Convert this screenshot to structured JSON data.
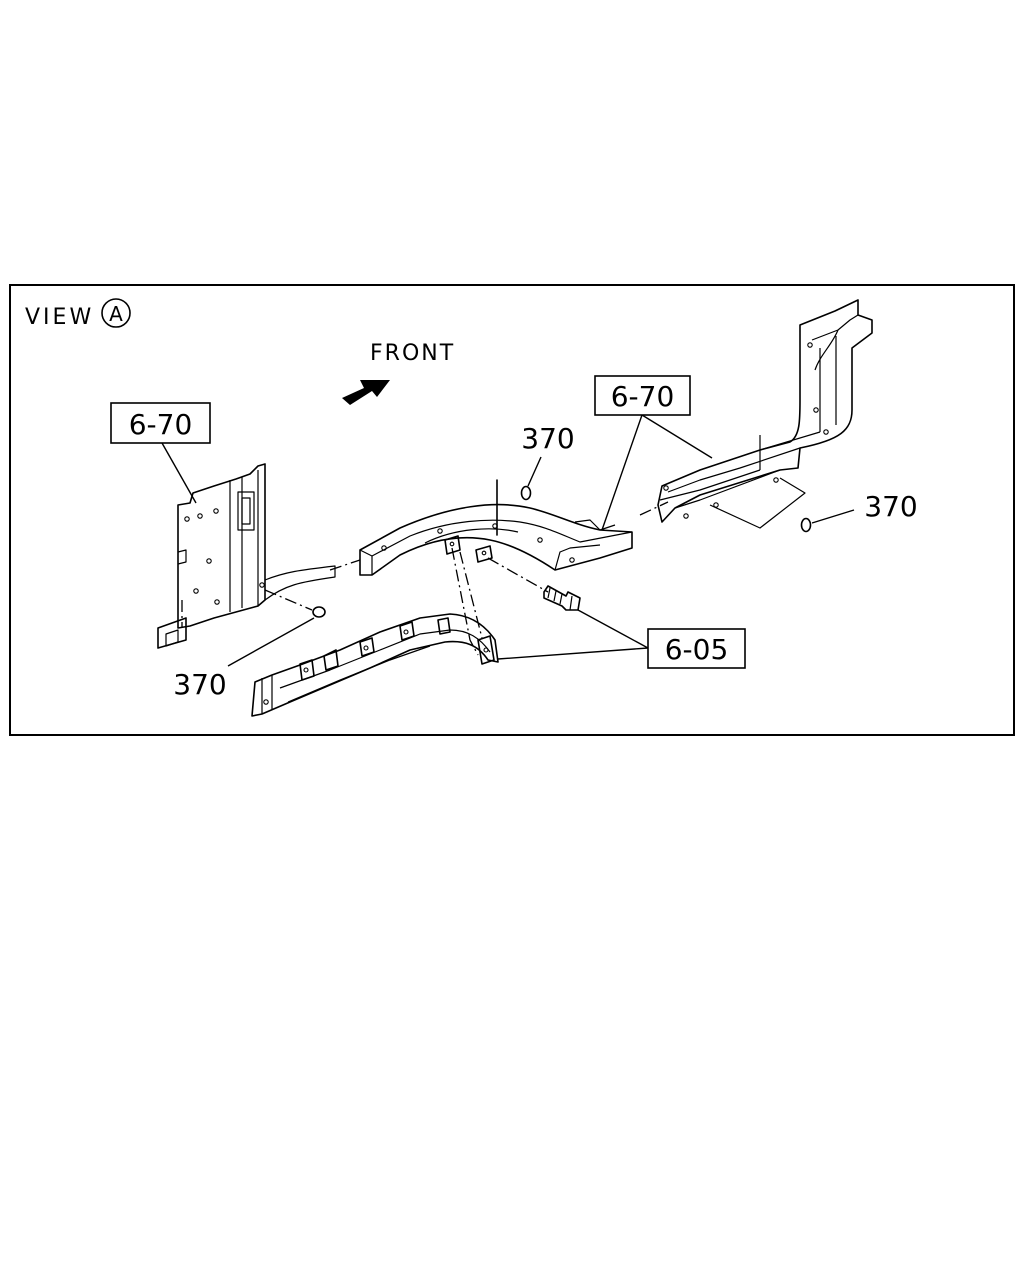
{
  "view": {
    "prefix": "VIEW",
    "letter": "A"
  },
  "direction_label": "FRONT",
  "callouts": {
    "ref_left": "6-70",
    "ref_right": "6-70",
    "ref_bottom": "6-05",
    "part_top": "370",
    "part_right": "370",
    "part_left": "370"
  }
}
